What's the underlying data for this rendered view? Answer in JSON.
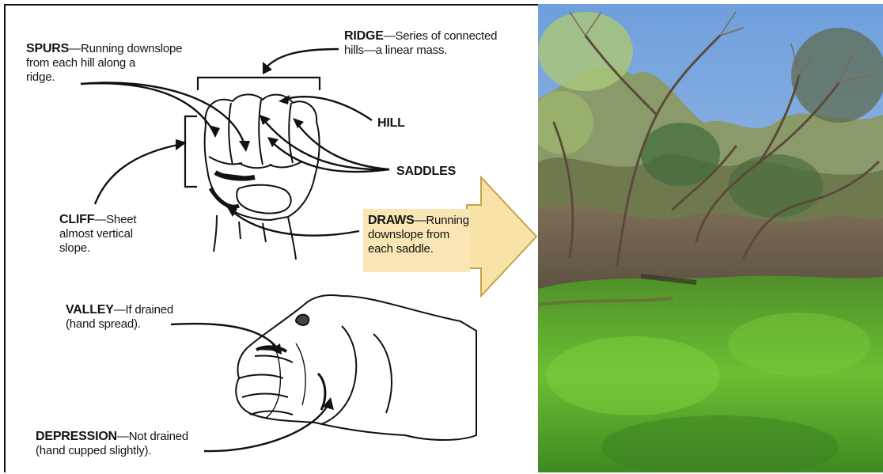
{
  "labels": {
    "spurs": {
      "term": "SPURS",
      "text": "—Running downslope",
      "line2": "from each hill along a",
      "line3": "ridge."
    },
    "ridge": {
      "term": "RIDGE",
      "text": "—Series of connected",
      "line2": "hills—a linear mass."
    },
    "hill": {
      "term": "HILL"
    },
    "saddles": {
      "term": "SADDLES"
    },
    "cliff": {
      "term": "CLIFF",
      "text": "—Sheet",
      "line2": "almost vertical",
      "line3": "slope."
    },
    "draws": {
      "term": "DRAWS",
      "text": "—Running",
      "line2": "downslope from",
      "line3": "each saddle."
    },
    "valley": {
      "term": "VALLEY",
      "text": "—If drained",
      "line2": "(hand spread)."
    },
    "depression": {
      "term": "DEPRESSION",
      "text": "—Not drained",
      "line2": "(hand cupped slightly)."
    }
  },
  "colors": {
    "highlight_fill": "#f9e6b4",
    "arrow_fill": "#f7e2a8",
    "arrow_stroke": "#c9a24a",
    "ink": "#141414",
    "sky": "#8fb7e6",
    "grass": "#5fae2f"
  }
}
